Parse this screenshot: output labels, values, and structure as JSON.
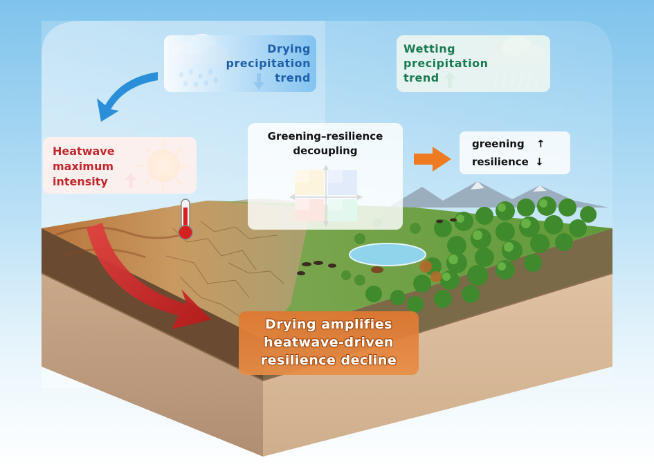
{
  "drying_label": {
    "line1": "Drying",
    "line2": "precipitation",
    "line3": "trend"
  },
  "wetting_label": {
    "line1": "Wetting",
    "line2": "precipitation",
    "line3": "trend"
  },
  "heatwave_label": {
    "line1": "Heatwave",
    "line2": "maximum",
    "line3": "intensity"
  },
  "decoupling_label": {
    "line1": "Greening–resilience",
    "line2": "decoupling"
  },
  "outcome_label": {
    "greening": "greening",
    "greening_arrow": "↑",
    "resilience": "resilience",
    "resilience_arrow": "↓"
  },
  "conclusion_label": {
    "line1": "Drying amplifies",
    "line2": "heatwave-driven",
    "line3": "resilience decline"
  },
  "colors": {
    "drying_blue": "#1f5ea8",
    "wetting_green": "#1a7a52",
    "heat_red": "#c0272d",
    "conclusion_orange": "#de7832",
    "quad_yellow": "#f2c04a",
    "quad_blue": "#5b8ee0",
    "quad_red": "#e8735a",
    "quad_green": "#5fd6a6"
  },
  "icons": [
    "cloud-rain-icon",
    "cloud-heavy-rain-icon",
    "sun-icon",
    "thermometer-icon",
    "curved-blue-arrow-icon",
    "big-red-arrow-icon",
    "orange-arrow-icon",
    "quadrant-grid-icon"
  ]
}
